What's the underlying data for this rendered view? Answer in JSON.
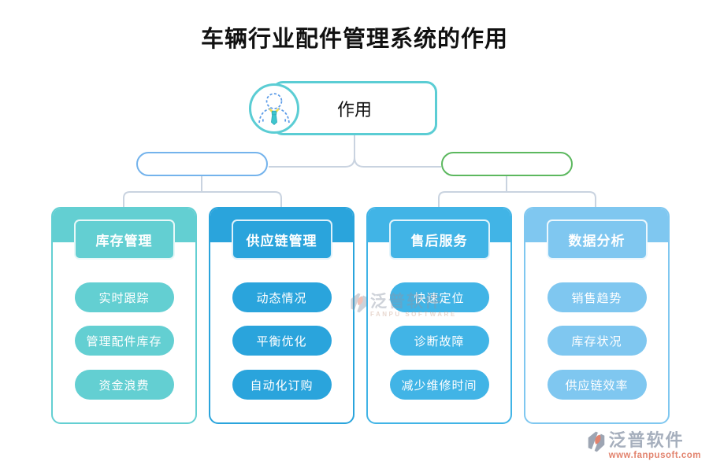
{
  "title": "车辆行业配件管理系统的作用",
  "root": {
    "label": "作用"
  },
  "branches": [
    {
      "side": "left",
      "border_color": "#74B3EC"
    },
    {
      "side": "right",
      "border_color": "#5CB85F"
    }
  ],
  "columns": [
    {
      "header": "库存管理",
      "color": "#63CFD2",
      "items": [
        "实时跟踪",
        "管理配件库存",
        "资金浪费"
      ]
    },
    {
      "header": "供应链管理",
      "color": "#2AA4DC",
      "items": [
        "动态情况",
        "平衡优化",
        "自动化订购"
      ]
    },
    {
      "header": "售后服务",
      "color": "#41B4E6",
      "items": [
        "快速定位",
        "诊断故障",
        "减少维修时间"
      ]
    },
    {
      "header": "数据分析",
      "color": "#7FC7F0",
      "items": [
        "销售趋势",
        "库存状况",
        "供应链效率"
      ]
    }
  ],
  "watermark_center": {
    "brand": "泛普软件",
    "subtitle": "FANPU SOFTWARE"
  },
  "watermark_footer": {
    "brand": "泛普软件",
    "url": "www.fanpusoft.com"
  },
  "colors": {
    "root_border": "#5BCDD4",
    "connector": "#C9D3E0",
    "title_text": "#111111",
    "watermark_brand": "#97A2B2",
    "watermark_url": "#DE6E55"
  }
}
